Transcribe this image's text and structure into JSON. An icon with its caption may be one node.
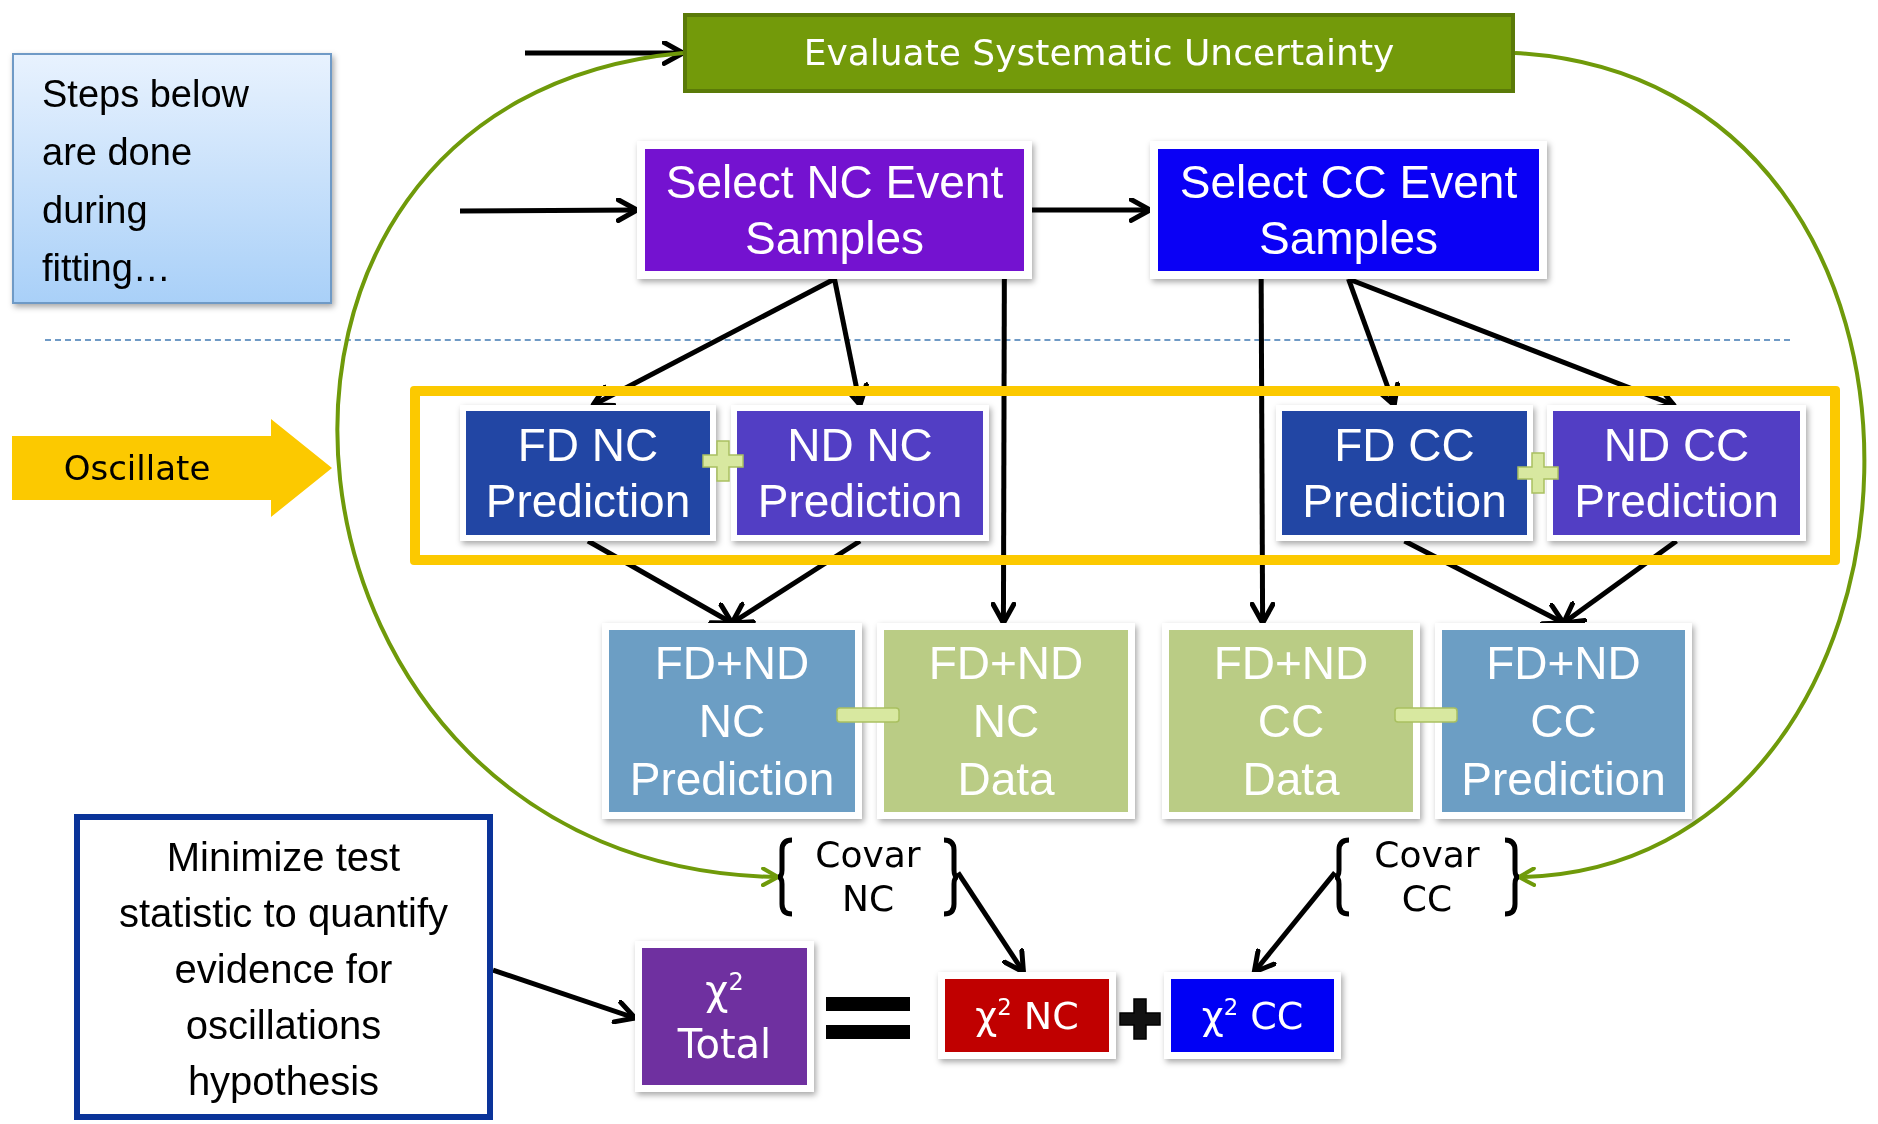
{
  "diagram": {
    "nodes": [
      {
        "text": [
          "Steps below are done during fitting…"
        ]
      },
      {
        "text": [
          "Evaluate Systematic Uncertainty"
        ]
      },
      {
        "text": [
          "Select NC Event Samples"
        ]
      },
      {
        "text": [
          "Select CC Event Samples"
        ]
      },
      {
        "text": [
          "Oscillate"
        ]
      },
      {
        "text": [],
        "shape": "box"
      },
      {
        "text": [
          "FD NC Prediction"
        ],
        "in": 5
      },
      {
        "text": [
          "ND NC Prediction"
        ],
        "in": 5
      },
      {
        "text": [
          "FD CC Prediction"
        ],
        "in": 5
      },
      {
        "text": [
          "ND CC Prediction"
        ],
        "in": 5
      },
      {
        "text": [
          "FD+ND NC Prediction"
        ]
      },
      {
        "text": [
          "FD+ND NC Data"
        ]
      },
      {
        "text": [
          "FD+ND CC Data"
        ]
      },
      {
        "text": [
          "FD+ND CC Prediction"
        ]
      },
      {
        "text": [
          "Covar NC"
        ]
      },
      {
        "text": [
          "Covar CC"
        ]
      },
      {
        "text": [
          "Minimize test statistic to quantify evidence for oscillations hypothesis"
        ]
      },
      {
        "text": [
          "χ$^{2}$ Total"
        ]
      },
      {
        "text": [
          "χ$^{2}$ NC"
        ]
      },
      {
        "text": [
          "χ$^{2}$ CC"
        ]
      }
    ],
    "edges": [
      {
        "from": null,
        "to": 1,
        "arrow": "to"
      },
      {
        "from": null,
        "to": 2,
        "arrow": "to"
      },
      {
        "from": 2,
        "to": 3,
        "arrow": "to"
      },
      {
        "from": 2,
        "to": 6,
        "arrow": "to"
      },
      {
        "from": 2,
        "to": 7,
        "arrow": "to"
      },
      {
        "from": 2,
        "to": 11,
        "arrow": "to"
      },
      {
        "from": 3,
        "to": 12,
        "arrow": "to"
      },
      {
        "from": 3,
        "to": 8,
        "arrow": "to"
      },
      {
        "from": 3,
        "to": 9,
        "arrow": "to"
      },
      {
        "from": 6,
        "to": 10,
        "arrow": "to"
      },
      {
        "from": 7,
        "to": 10,
        "arrow": "to"
      },
      {
        "from": 8,
        "to": 13,
        "arrow": "to"
      },
      {
        "from": 9,
        "to": 13,
        "arrow": "to"
      },
      {
        "from": 1,
        "to": 14,
        "arrow": "to",
        "color": "#6f9a0a"
      },
      {
        "from": 1,
        "to": 15,
        "arrow": "to",
        "color": "#6f9a0a"
      },
      {
        "from": 14,
        "to": 18,
        "arrow": "to"
      },
      {
        "from": 15,
        "to": 19,
        "arrow": "to"
      },
      {
        "from": 16,
        "to": 17,
        "arrow": "to"
      }
    ]
  }
}
